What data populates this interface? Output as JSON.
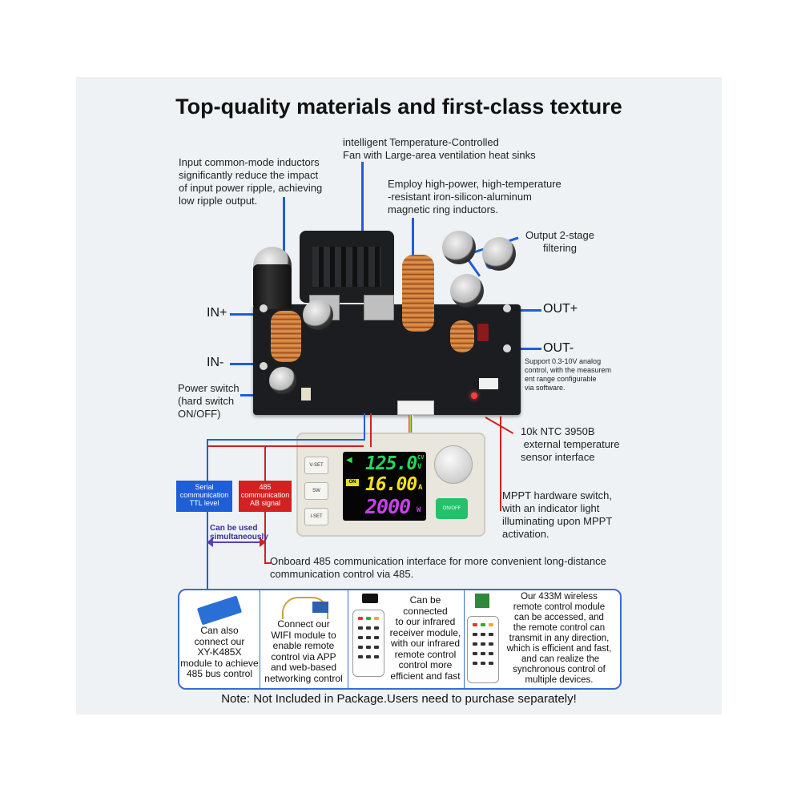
{
  "title": "Top-quality materials and first-class texture",
  "annotations": {
    "fan": "intelligent Temperature-Controlled\nFan with Large-area ventilation heat sinks",
    "inductors": "Input common-mode inductors\nsignificantly reduce the impact\nof input power ripple, achieving\nlow ripple output.",
    "magnetic": "Employ high-power, high-temperature\n-resistant iron-silicon-aluminum\nmagnetic ring inductors.",
    "filtering": "Output 2-stage\nfiltering",
    "in_plus": "IN+",
    "in_minus": "IN-",
    "out_plus": "OUT+",
    "out_minus": "OUT-",
    "analog": "Support 0.3-10V analog\ncontrol, with the measurem\nent range configurable\nvia software.",
    "power_switch": "Power switch\n(hard switch\nON/OFF)",
    "ntc": "10k NTC 3950B\n external temperature\nsensor interface",
    "mppt": "MPPT hardware switch,\nwith an indicator light\nilluminating upon MPPT\nactivation.",
    "onboard485": "Onboard 485 communication interface for more convenient long-distance\ncommunication control via 485.",
    "serial_badge": "Serial\ncommunication\nTTL level",
    "rs485_badge": "485\ncommunication\nAB signal",
    "simultaneous": "Can be used\nsimultaneously"
  },
  "display": {
    "voltage": "125.0",
    "voltage_unit": "V",
    "cv": "CV",
    "current": "16.00",
    "current_unit": "A",
    "power": "2000",
    "power_unit": "W",
    "on_tag": "ON",
    "btn_vset": "V-SET",
    "btn_sw": "SW",
    "btn_iset": "I-SET",
    "btn_onoff": "ON/OFF"
  },
  "cells": [
    {
      "text": "Can also\nconnect our\nXY-K485X\nmodule to achieve\n485 bus control"
    },
    {
      "text": "Connect our\nWIFI module to\nenable remote\ncontrol via APP\nand web-based\nnetworking control"
    },
    {
      "text": "Can be\nconnected\nto our infrared\nreceiver module,\nwith our infrared\nremote control\ncontrol more\nefficient and fast"
    },
    {
      "text": "Our 433M wireless\nremote control module\ncan be accessed, and\nthe remote control can\ntransmit in any direction,\nwhich is efficient and fast,\n and can realize the\nsynchronous control of\nmultiple devices."
    }
  ],
  "note": "Note: Not Included in Package.Users need to purchase separately!",
  "colors": {
    "accent_blue": "#1e5fd8",
    "accent_red": "#d42020"
  }
}
